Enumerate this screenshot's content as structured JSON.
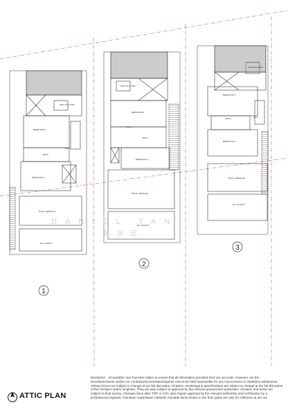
{
  "title": "ATTIC PLAN",
  "units": [
    {
      "number": "1",
      "labels": {
        "bedroom_top": "BEDROOM 5",
        "bedroom_bottom": "BEDROOM 4",
        "bath": "BATH",
        "hall": "HALL",
        "wic": "WALK-IN CLOSET",
        "terrace": "ROOF TERRACE",
        "canopy": "RC CANOPY"
      }
    },
    {
      "number": "2",
      "labels": {
        "bedroom_top": "BEDROOM 5",
        "bedroom_bottom": "BEDROOM 4",
        "bath": "BATH",
        "hall": "HALL",
        "wic": "WALK-IN CLOSET",
        "terrace": "ROOF TERRACE",
        "canopy": "RC CANOPY"
      }
    },
    {
      "number": "3",
      "labels": {
        "bedroom_top": "BEDROOM 5",
        "bedroom_bottom": "BEDROOM 4",
        "bath": "BATH",
        "hall": "HALL",
        "wic": "WALK-IN CLOSET",
        "terrace": "ROOF TERRACE",
        "canopy": "RC CANOPY"
      }
    }
  ],
  "watermark": {
    "en": "DANIEL TAN",
    "cn": "陈振宏"
  },
  "disclaimer": "Disclaimer : All possible care has been taken to ensure that all information provided here are accurate. However, we the Developer/owner and/or our contractors/consultants/agents cannot be held responsible for any inaccuracies or variations whatsoever. Asking Prices are subject to change at our full discretion. All plans, renderings & specifications are subject to change at the full discretion of the Architect and/or Engineer. They are also subject to approval by the relevant government authorities. All plans and areas are subject to final survey. Changes done after TOP or CSC also require approval by the relevant authorities and certification by a professional engineer. Furniture/ wardrobes/ cabinets/ movable items shown in the floor plans are only for reference & are not",
  "colors": {
    "boundary": "#e05050",
    "line": "#333333",
    "hatch": "#555555"
  }
}
